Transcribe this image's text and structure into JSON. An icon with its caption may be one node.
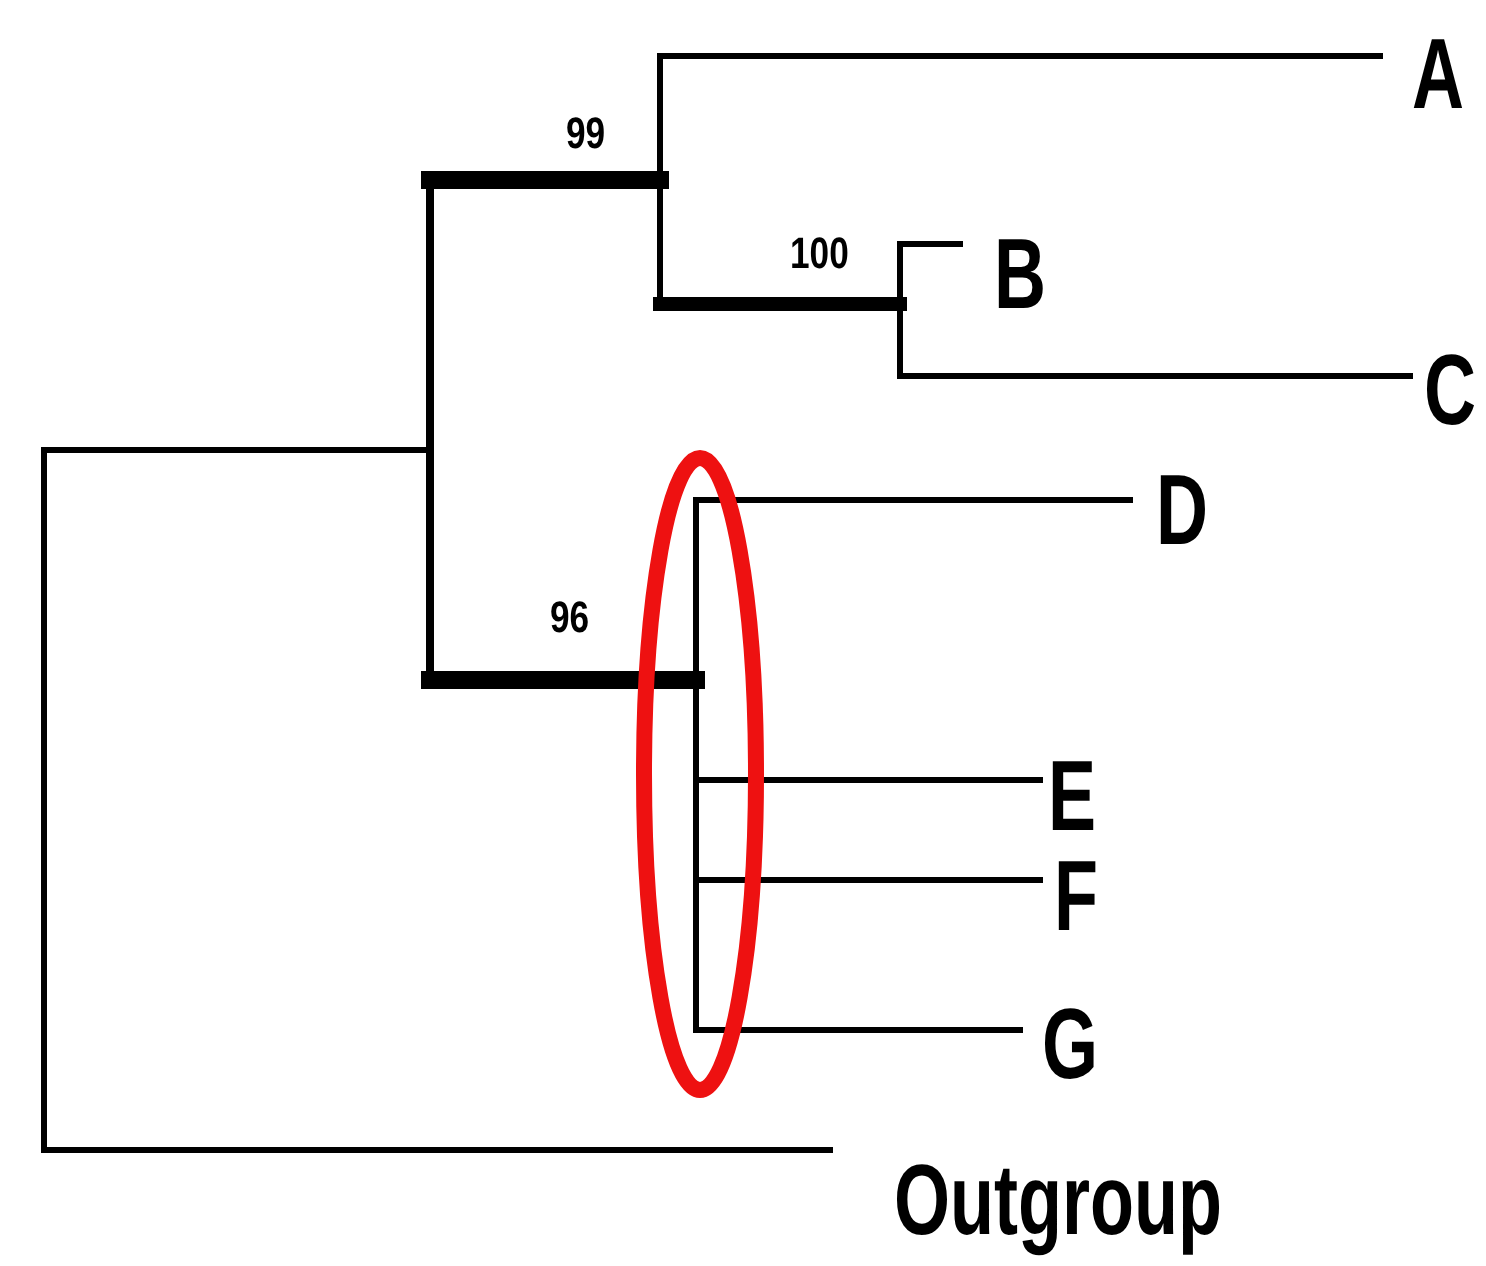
{
  "diagram": {
    "labels": [
      "99",
      "100",
      "96",
      "A",
      "B",
      "C",
      "D",
      "E",
      "F",
      "G",
      "Outgroup"
    ]
  }
}
